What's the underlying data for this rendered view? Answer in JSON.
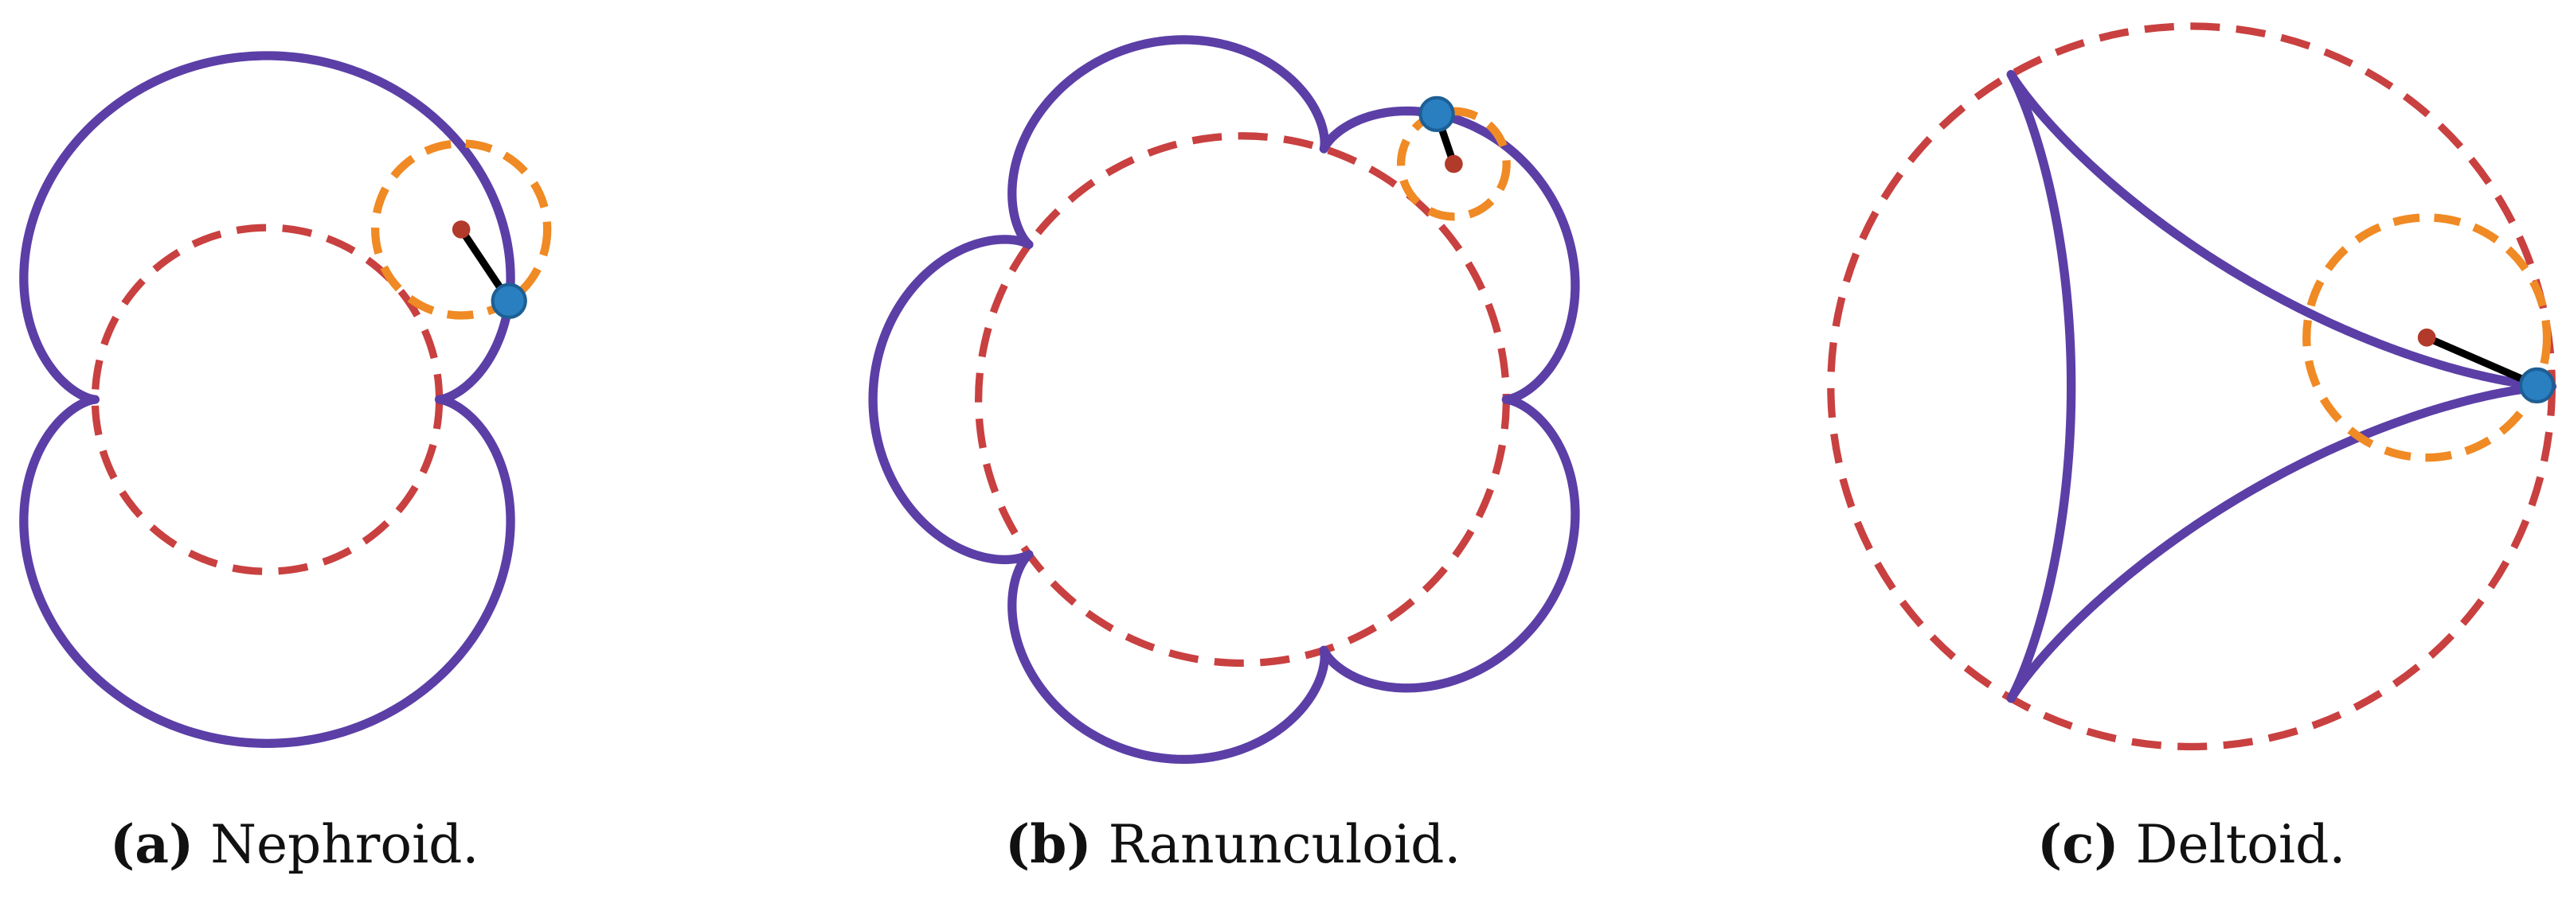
{
  "colors": {
    "curve": "#5b3fa6",
    "fixed_circle": "#c94040",
    "rolling_circle": "#f08a24",
    "tracing_point": "#2a7fc0",
    "center_point": "#b23a2a",
    "arm": "#000000"
  },
  "panels": [
    {
      "id": "a",
      "label": "(a)",
      "name": "Nephroid.",
      "curve": "epicycloid",
      "cusps": 2
    },
    {
      "id": "b",
      "label": "(b)",
      "name": "Ranunculoid.",
      "curve": "epicycloid",
      "cusps": 5
    },
    {
      "id": "c",
      "label": "(c)",
      "name": "Deltoid.",
      "curve": "hypocycloid",
      "cusps": 3
    }
  ]
}
